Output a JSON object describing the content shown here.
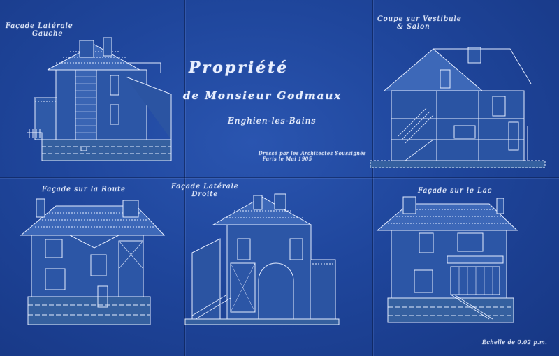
{
  "title": {
    "line1": "Propriété",
    "line2": "de Monsieur Godmaux",
    "line3": "Enghien-les-Bains"
  },
  "note": {
    "line1": "Dressé par les Architectes Soussignés",
    "line2": "Paris le    Mai 1905"
  },
  "views": {
    "left_elevation": {
      "line1": "Façade Latérale",
      "line2": "Gauche"
    },
    "section": {
      "line1": "Coupe sur Vestibule",
      "line2": "& Salon"
    },
    "road_facade": "Façade sur la Route",
    "right_elevation": {
      "line1": "Façade Latérale",
      "line2": "Droite"
    },
    "lake_facade": "Façade sur le Lac"
  },
  "scale": "Échelle de 0.02 p.m."
}
